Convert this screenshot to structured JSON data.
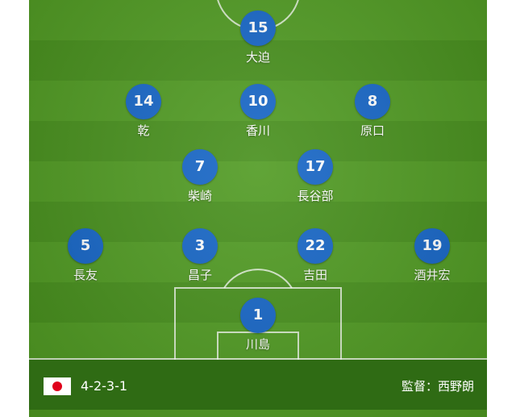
{
  "players": [
    {
      "number": "15",
      "name": "大迫"
    },
    {
      "number": "14",
      "name": "乾"
    },
    {
      "number": "10",
      "name": "香川"
    },
    {
      "number": "8",
      "name": "原口"
    },
    {
      "number": "7",
      "name": "柴崎"
    },
    {
      "number": "17",
      "name": "長谷部"
    },
    {
      "number": "5",
      "name": "長友"
    },
    {
      "number": "3",
      "name": "昌子"
    },
    {
      "number": "22",
      "name": "吉田"
    },
    {
      "number": "19",
      "name": "酒井宏"
    },
    {
      "number": "1",
      "name": "川島"
    }
  ],
  "footer": {
    "flag": "japan-flag-icon",
    "formation": "4-2-3-1",
    "coach": "監督：西野朗"
  },
  "colors": {
    "player_badge": "#1565c6",
    "pitch_light": "#4f9a21",
    "pitch_dark": "#468f1b",
    "footer_bar": "#2f6b14"
  }
}
